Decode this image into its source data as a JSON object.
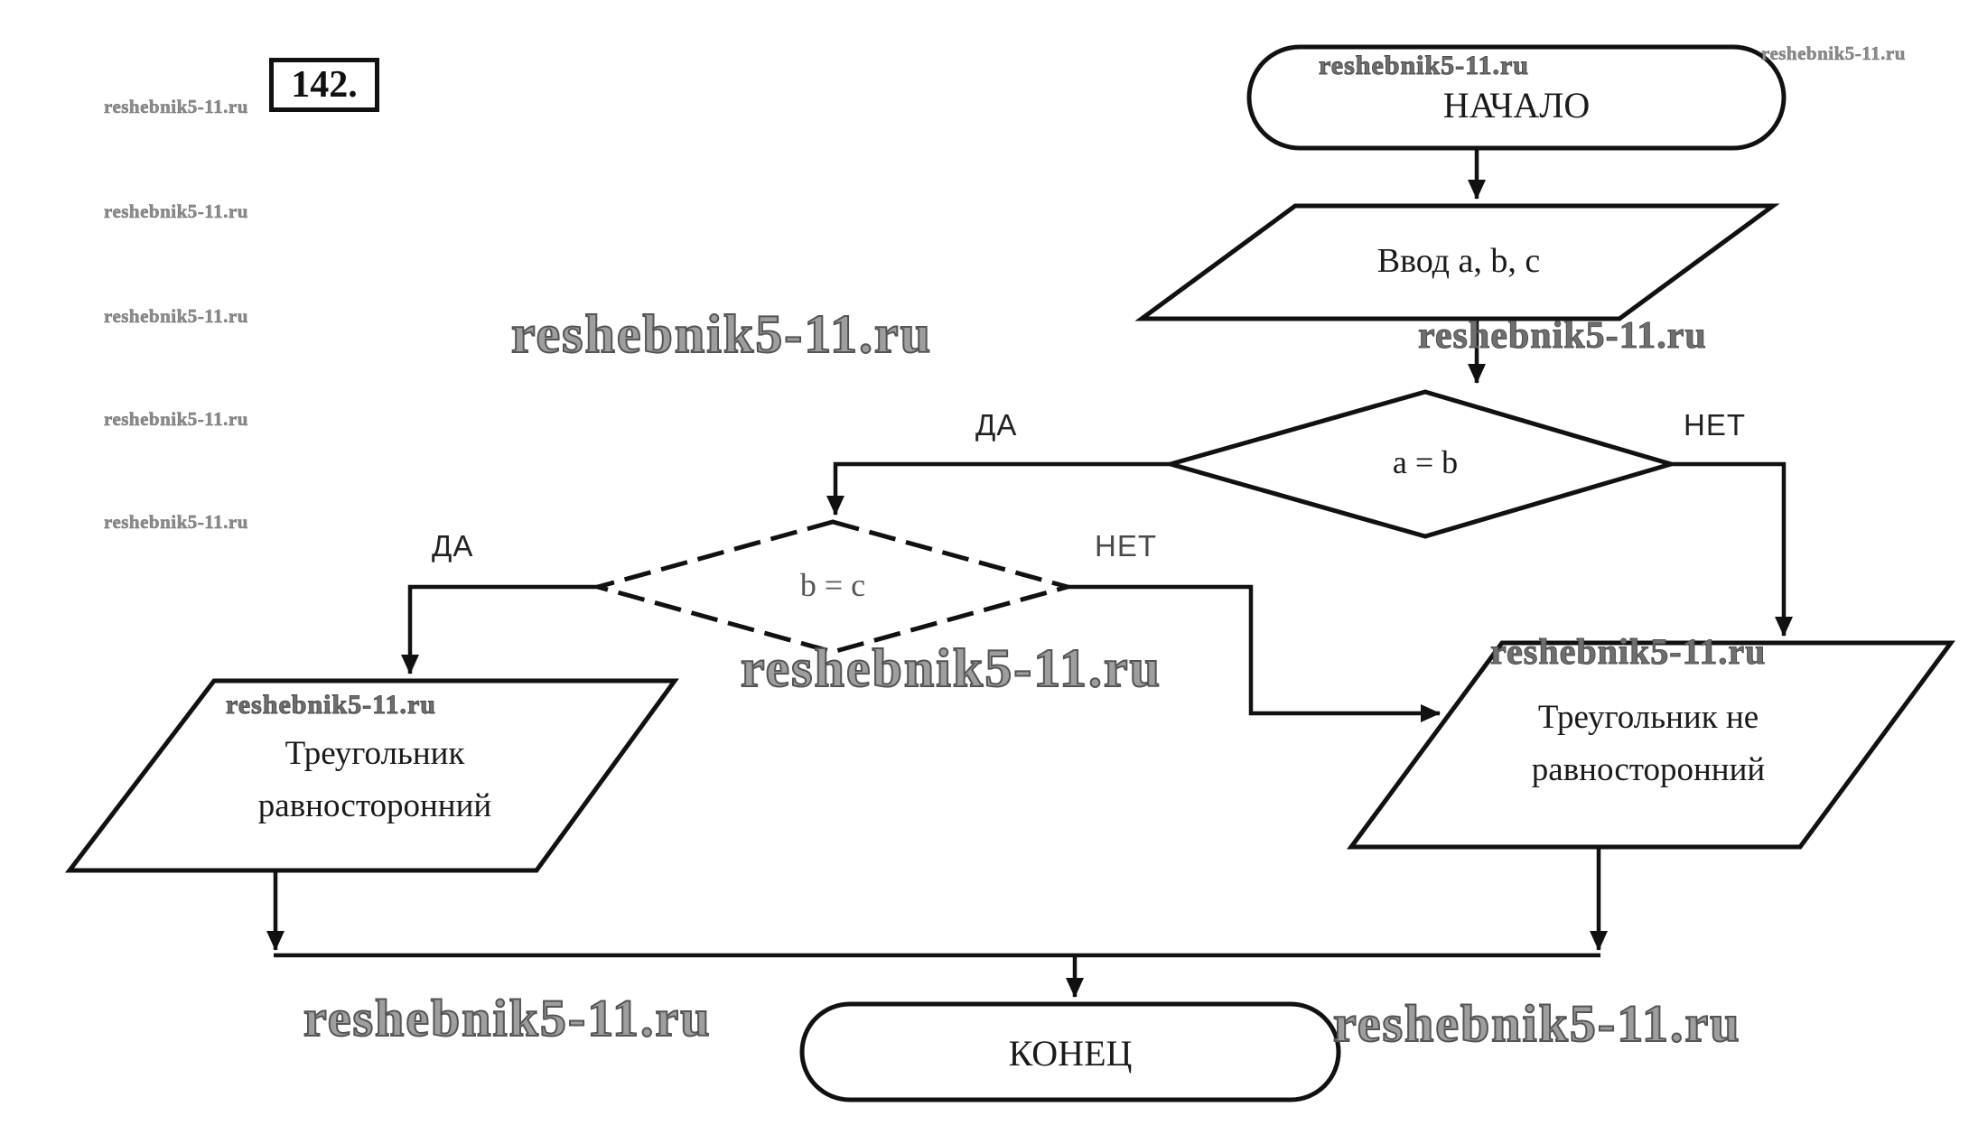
{
  "page": {
    "problem_number": "142.",
    "watermark_text": "reshebnik5-11.ru",
    "background": "#ffffff"
  },
  "flowchart": {
    "start_label": "НАЧАЛО",
    "input_label": "Ввод a, b, c",
    "decision_ab_label": "a = b",
    "decision_bc_label": "b = c",
    "yes_label": "ДА",
    "no_label": "НЕТ",
    "result_equilateral": {
      "line1": "Треугольник",
      "line2": "равносторонний"
    },
    "result_not_equilateral": {
      "line1": "Треугольник не",
      "line2": "равносторонний"
    },
    "end_label": "КОНЕЦ"
  },
  "colors": {
    "line": "#111111",
    "node_text": "#1a1a1a",
    "decision_bc_text": "#555555",
    "watermark_small": "#8c8c8c",
    "watermark_large": "#9e9e9e",
    "watermark_dark": "#6f6f6f"
  }
}
